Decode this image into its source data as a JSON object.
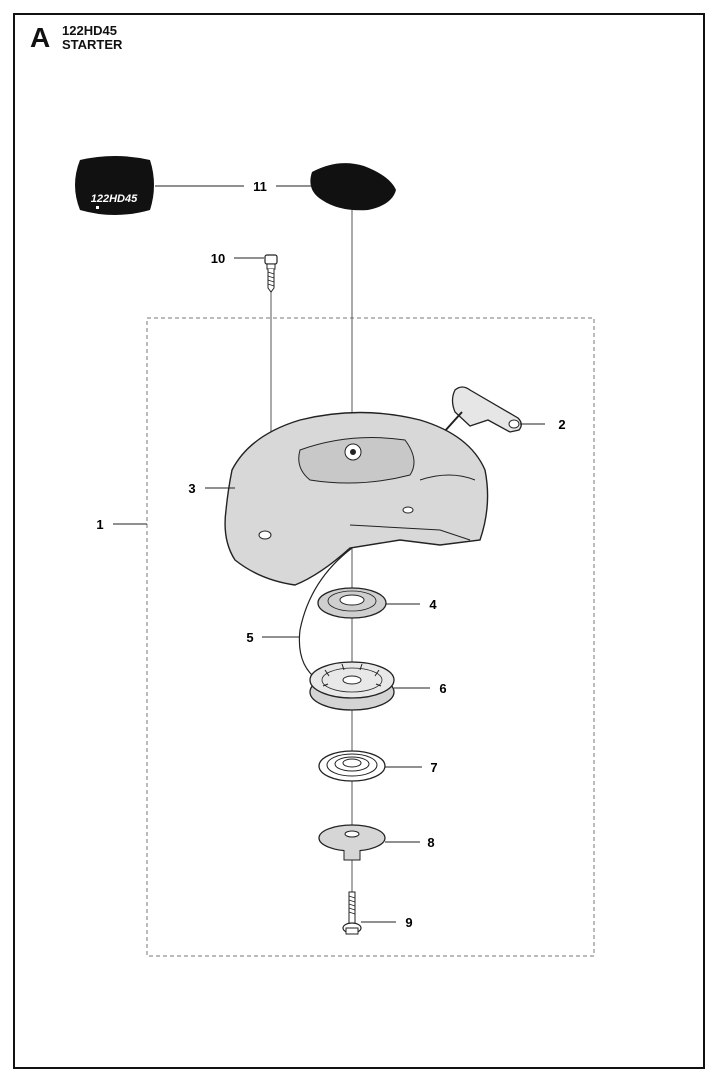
{
  "header": {
    "section_letter": "A",
    "model": "122HD45",
    "title": "STARTER"
  },
  "decal_text": "122HD45",
  "callouts": [
    {
      "number": "1",
      "part": "starter-assembly"
    },
    {
      "number": "2",
      "part": "starter-handle"
    },
    {
      "number": "3",
      "part": "starter-housing"
    },
    {
      "number": "4",
      "part": "recoil-spring"
    },
    {
      "number": "5",
      "part": "starter-rope"
    },
    {
      "number": "6",
      "part": "rope-pulley"
    },
    {
      "number": "7",
      "part": "spring"
    },
    {
      "number": "8",
      "part": "washer"
    },
    {
      "number": "9",
      "part": "center-screw"
    },
    {
      "number": "10",
      "part": "housing-screw"
    },
    {
      "number": "11",
      "part": "decal"
    }
  ]
}
